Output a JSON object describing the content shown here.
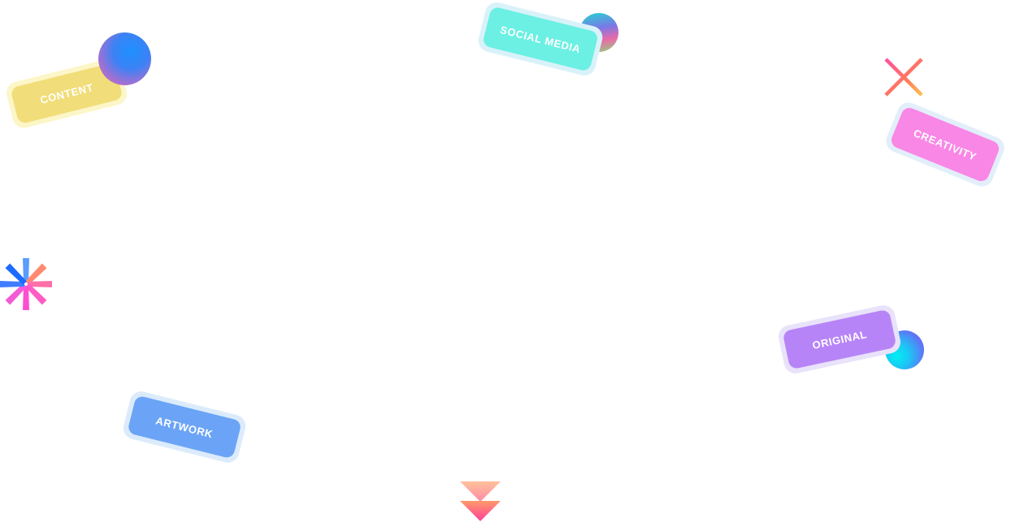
{
  "tags": {
    "content": {
      "label": "CONTENT",
      "color": "#F1DD79",
      "halo": "#FCF6C8"
    },
    "social_media": {
      "label": "SOCIAL MEDIA",
      "color": "#6BF0E3",
      "halo": "#D9F2FA"
    },
    "creativity": {
      "label": "CREATIVITY",
      "color": "#F987E6",
      "halo": "#E2EFFB"
    },
    "original": {
      "label": "ORIGINAL",
      "color": "#B784F7",
      "halo": "#E8E2FA"
    },
    "artwork": {
      "label": "ARTWORK",
      "color": "#6BA4F6",
      "halo": "#DCEBFC"
    }
  },
  "icons": {
    "orb_content": "gradient-orb-icon",
    "orb_social": "gradient-orb-icon",
    "orb_original": "gradient-orb-icon",
    "sparkle_top_right": "sparkle-icon",
    "burst_left": "burst-icon",
    "chevrons_bottom": "double-chevron-down-icon"
  }
}
